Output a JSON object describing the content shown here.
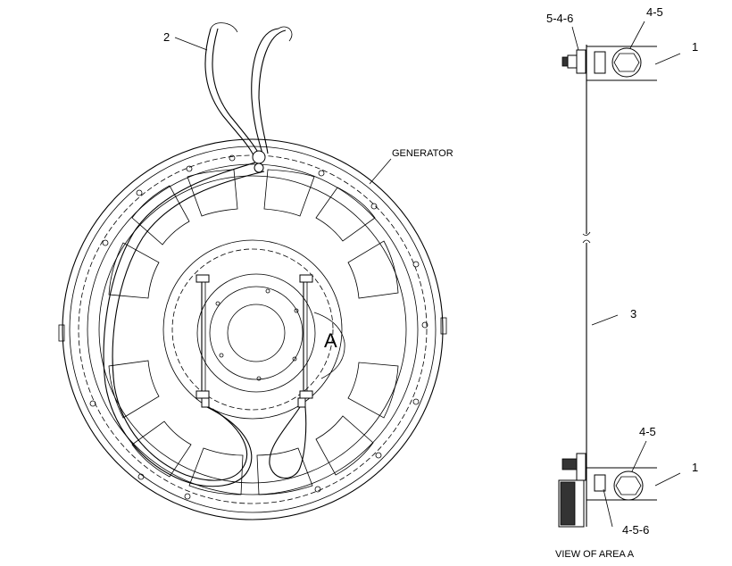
{
  "callouts": {
    "hose": "2",
    "generator": "GENERATOR",
    "area": "A",
    "top_clamp_hardware": "5-4-6",
    "top_bolt": "4-5",
    "top_bracket": "1",
    "rod": "3",
    "bottom_bolt": "4-5",
    "bottom_bracket": "1",
    "bottom_clamp_hardware": "4-5-6"
  },
  "caption": "VIEW OF AREA A"
}
